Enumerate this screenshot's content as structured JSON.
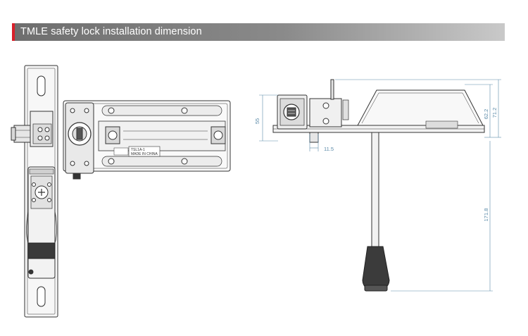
{
  "header": {
    "title": "TMLE safety lock installation dimension",
    "accent_color": "#d8202a"
  },
  "drawing": {
    "part_label": "TSL1A-1",
    "origin_label": "MADE IN CHINA",
    "dimensions": {
      "left_height": "55",
      "bottom_offset": "11.5",
      "top_height": "62.2",
      "total_height": "71.2",
      "lever_length": "171.8"
    },
    "dimension_color": "#5a8aa8"
  }
}
